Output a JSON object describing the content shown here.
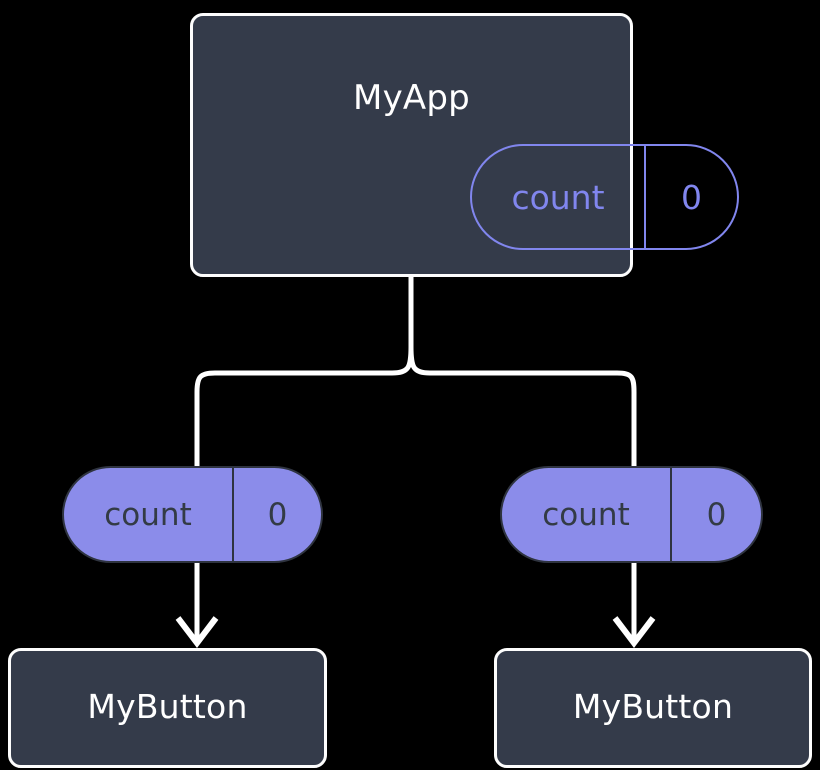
{
  "diagram": {
    "type": "component-tree",
    "background_color": "#000000",
    "accent_color": "#8186ee",
    "pill_fill_color": "#8b8cea",
    "box_fill_color": "#343b4a",
    "wire_color": "#ffffff",
    "root": {
      "name": "MyApp",
      "state": {
        "key": "count",
        "value": "0"
      }
    },
    "children": [
      {
        "name": "MyButton",
        "prop": {
          "key": "count",
          "value": "0"
        }
      },
      {
        "name": "MyButton",
        "prop": {
          "key": "count",
          "value": "0"
        }
      }
    ]
  }
}
